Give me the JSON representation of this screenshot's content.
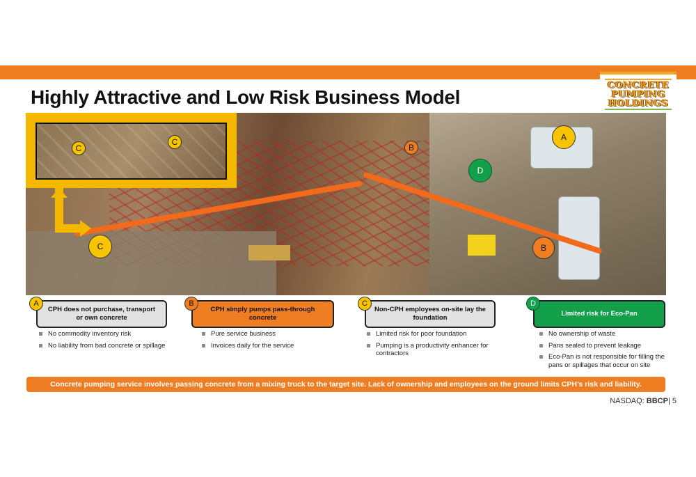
{
  "title": "Highly Attractive and Low Risk Business Model",
  "logo": {
    "lines": [
      "CONCRETE",
      "PUMPING",
      "HOLDINGS"
    ]
  },
  "photo_markers": {
    "inset_c1": "C",
    "inset_c2": "C",
    "b_top": "B",
    "a_top": "A",
    "d_mid": "D",
    "b_right": "B",
    "c_left": "C"
  },
  "columns": [
    {
      "marker": "A",
      "heading": "CPH does not purchase, transport or own concrete",
      "bullets": [
        "No commodity inventory risk",
        "No liability from bad concrete or spillage"
      ]
    },
    {
      "marker": "B",
      "heading": "CPH simply pumps pass-through concrete",
      "bullets": [
        "Pure service business",
        "Invoices daily for the service"
      ]
    },
    {
      "marker": "C",
      "heading": "Non-CPH employees on-site lay the foundation",
      "bullets": [
        "Limited risk for poor foundation",
        "Pumping is a productivity enhancer for contractors"
      ]
    },
    {
      "marker": "D",
      "heading": "Limited risk for Eco-Pan",
      "bullets": [
        "No ownership of waste",
        "Pans sealed to prevent leakage",
        "Eco-Pan is not responsible for filling the pans or spillages that occur on site"
      ]
    }
  ],
  "banner": "Concrete pumping service involves passing concrete from a mixing truck to the target site. Lack of ownership and employees on the ground limits CPH’s risk and liability.",
  "footer": {
    "prefix": "NASDAQ: ",
    "ticker": "BBCP",
    "separator": "| ",
    "page": "5"
  },
  "colors": {
    "orange": "#ef7d22",
    "yellow": "#f8c400",
    "green": "#14a04a",
    "grey": "#e2e2e2"
  }
}
